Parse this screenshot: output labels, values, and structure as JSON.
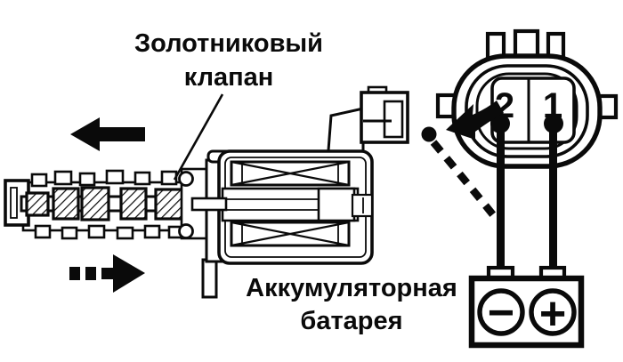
{
  "page": {
    "background": "#ffffff",
    "ink": "#0a0a0a"
  },
  "labels": {
    "valve": {
      "line1": "Золотниковый",
      "line2": "клапан"
    },
    "battery": {
      "line1": "Аккумуляторная",
      "line2": "батарея"
    }
  },
  "connector": {
    "terminal_2": "2",
    "terminal_1": "1"
  },
  "battery": {
    "negative_symbol": "−",
    "positive_symbol": "+"
  }
}
